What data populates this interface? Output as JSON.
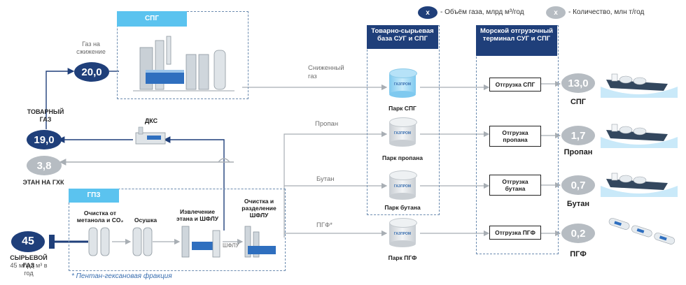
{
  "legend": {
    "volume": {
      "marker": "x",
      "text": "- Объём газа, млрд м³/год",
      "color": "#1f3f7a"
    },
    "quantity": {
      "marker": "x",
      "text": "- Количество, млн т/год",
      "color": "#b6bcc2"
    }
  },
  "blocks": {
    "spg": "СПГ",
    "dks": "ДКС",
    "gpz": "ГПЗ",
    "storage": "Товарно-сырьевая база СУГ и СПГ",
    "terminal": "Морской отгрузочный терминал СУГ и СПГ"
  },
  "left": {
    "liquefaction_label": "Газ на сжижение",
    "liquefaction_value": "20,0",
    "commodity_gas_label": "ТОВАРНЫЙ ГАЗ",
    "commodity_gas_value": "19,0",
    "ethane_value": "3,8",
    "ethane_label": "ЭТАН НА ГХК",
    "raw_gas_value": "45",
    "raw_gas_label": "СЫРЬЕВОЙ ГАЗ",
    "raw_gas_sub": "45 млрд м³ в год"
  },
  "gpz_steps": {
    "step1": "Очистка от метанола и CO₂",
    "step2": "Осушка",
    "step3": "Извлечение этана и ШФЛУ",
    "step4": "Очистка и разделение ШФЛУ",
    "shflu": "ШФЛУ"
  },
  "footnote": "* Пентан-гексановая фракция",
  "streams": {
    "lng": "Сниженный газ",
    "propane": "Пропан",
    "butane": "Бутан",
    "pgf": "ПГФ*"
  },
  "parks": {
    "lng": "Парк СПГ",
    "propane": "Парк пропана",
    "butane": "Парк бутана",
    "pgf": "Парк ПГФ"
  },
  "shipments": {
    "lng": "Отгрузка СПГ",
    "propane": "Отгрузка пропана",
    "butane": "Отгрузка бутана",
    "pgf": "Отгрузка ПГФ"
  },
  "outputs": {
    "lng": {
      "value": "13,0",
      "label": "СПГ"
    },
    "propane": {
      "value": "1,7",
      "label": "Пропан"
    },
    "butane": {
      "value": "0,7",
      "label": "Бутан"
    },
    "pgf": {
      "value": "0,2",
      "label": "ПГФ"
    }
  },
  "colors": {
    "navy": "#1f3f7a",
    "light_blue": "#5bc3ef",
    "grey": "#b6bcc2",
    "flow_line": "#1f3f7a",
    "grey_line": "#9aa2aa"
  }
}
